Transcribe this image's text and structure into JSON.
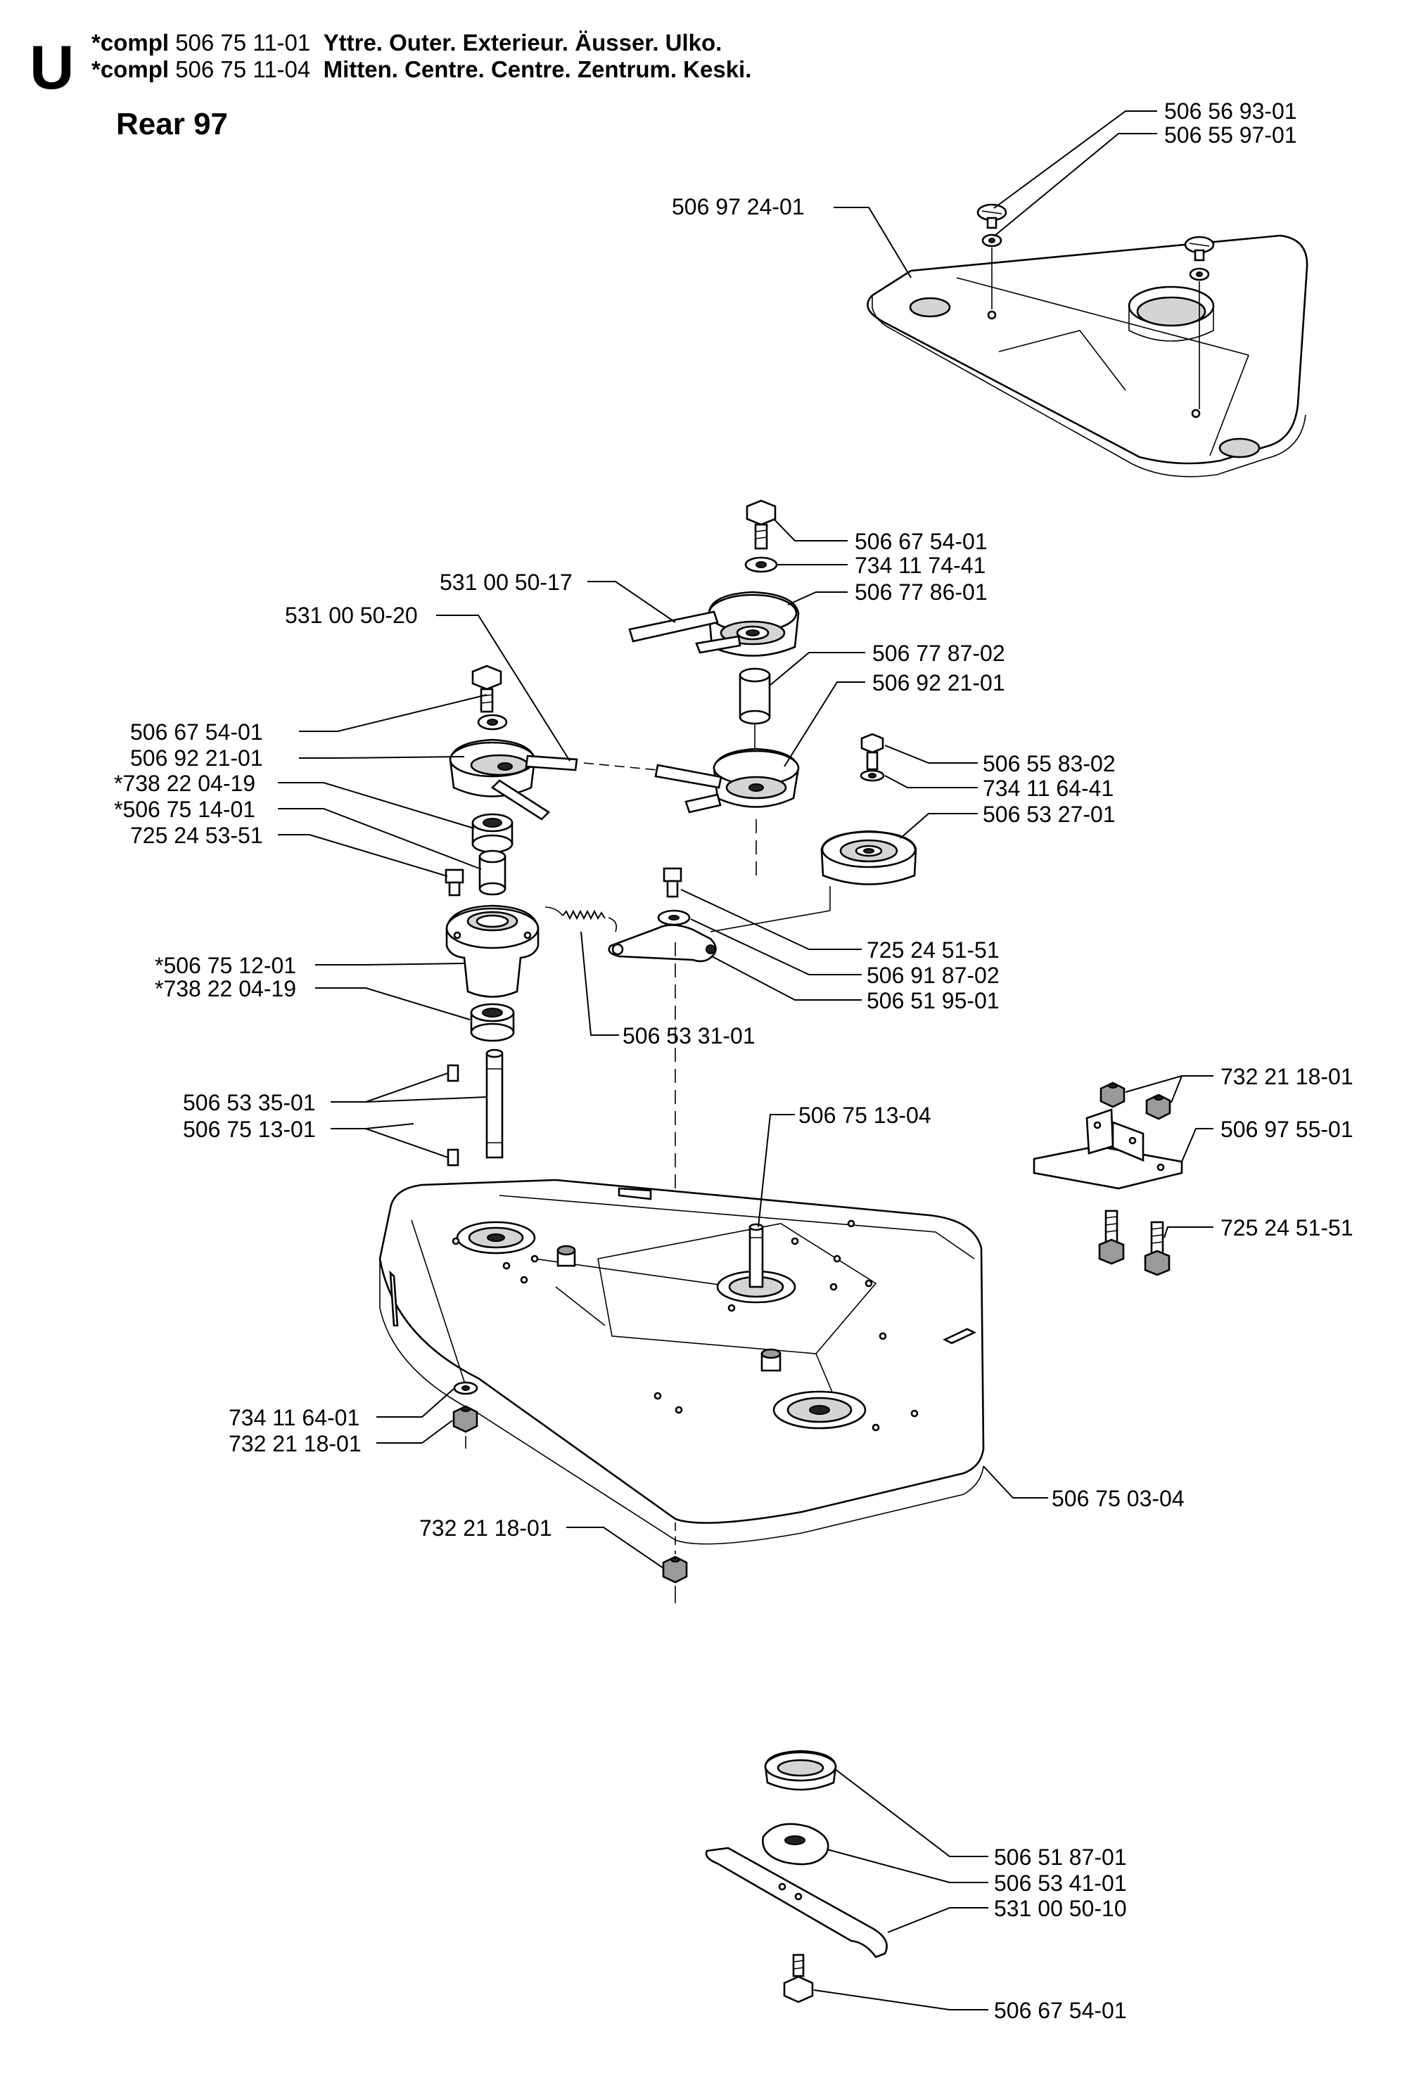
{
  "header": {
    "letter": "U",
    "line1": {
      "prefix": "*compl",
      "number": "506 75 11-01",
      "text": "Yttre. Outer. Exterieur. Äusser. Ulko."
    },
    "line2": {
      "prefix": "*compl",
      "number": "506 75 11-04",
      "text": "Mitten. Centre. Centre. Zentrum. Keski."
    },
    "subtitle": "Rear 97"
  },
  "labels": [
    "506 56 93-01",
    "506 55 97-01",
    "506 97 24-01",
    "506 67 54-01",
    "734 11 74-41",
    "531 00 50-17",
    "506 77 86-01",
    "531 00 50-20",
    "506 77 87-02",
    "506 92 21-01",
    "506 67 54-01",
    "506 92 21-01",
    "*738 22 04-19",
    "*506 75 14-01",
    "725 24 53-51",
    "506 55 83-02",
    "734 11 64-41",
    "506 53 27-01",
    "725 24 51-51",
    "506 91 87-02",
    "506 51 95-01",
    "*506 75 12-01",
    "*738 22 04-19",
    "506 53 31-01",
    "732 21 18-01",
    "506 97 55-01",
    "725 24 51-51",
    "506 53 35-01",
    "506 75 13-01",
    "506 75 13-04",
    "734 11 64-01",
    "732 21 18-01",
    "506 75 03-04",
    "732 21 18-01",
    "506 51 87-01",
    "506 53 41-01",
    "531 00 50-10",
    "506 67 54-01"
  ]
}
